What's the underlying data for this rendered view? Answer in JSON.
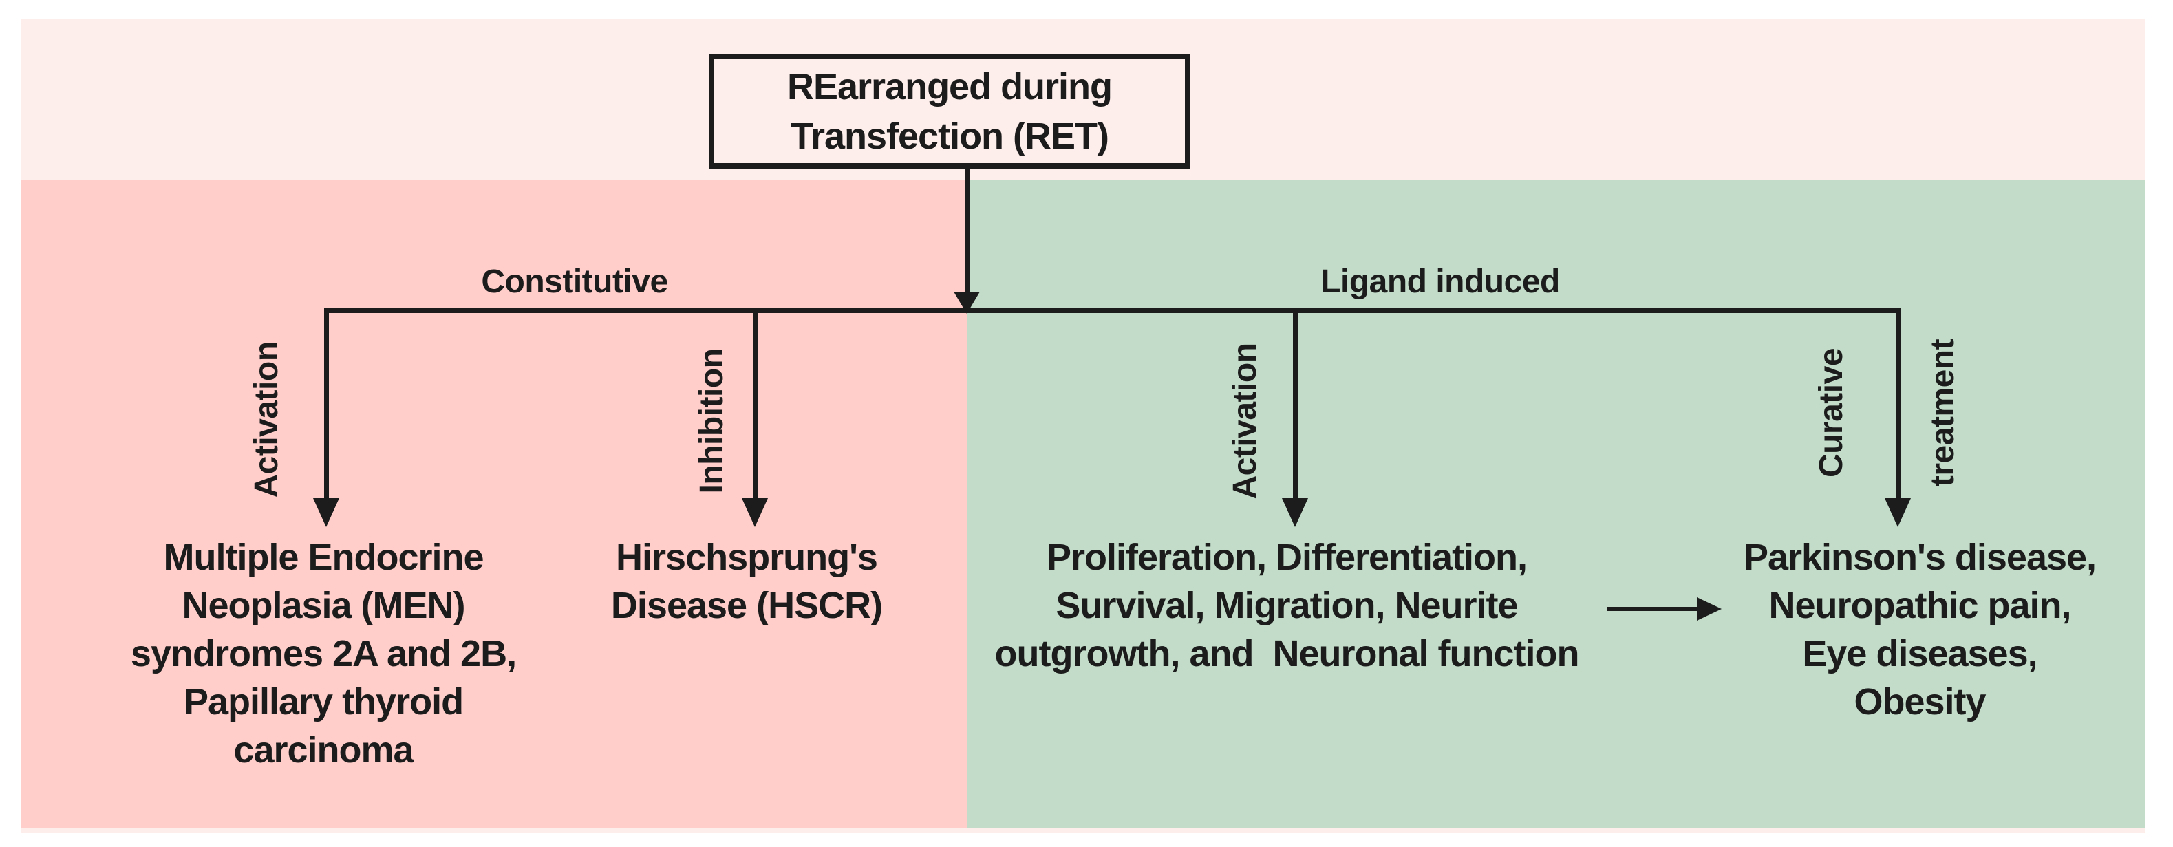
{
  "diagram": {
    "title_box": {
      "lines": [
        "REarranged during",
        "Transfection (RET)"
      ]
    },
    "left_branch": {
      "label": "Constitutive",
      "paths": [
        {
          "arrow_label": "Activation",
          "outcome_lines": [
            "Multiple Endocrine",
            "Neoplasia (MEN)",
            "syndromes 2A and 2B,",
            "Papillary thyroid",
            "carcinoma"
          ]
        },
        {
          "arrow_label": "Inhibition",
          "outcome_lines": [
            "Hirschsprung's",
            "Disease (HSCR)"
          ]
        }
      ]
    },
    "right_branch": {
      "label": "Ligand induced",
      "paths": [
        {
          "arrow_label": "Activation",
          "outcome_lines": [
            "Proliferation, Differentiation,",
            "Survival, Migration, Neurite",
            "outgrowth, and  Neuronal function"
          ]
        },
        {
          "arrow_label_parts": [
            "Curative",
            "treatment"
          ],
          "outcome_lines": [
            "Parkinson's disease,",
            "Neuropathic pain,",
            "Eye diseases,",
            "Obesity"
          ]
        }
      ]
    },
    "colors": {
      "background": "#ffffff",
      "panel": "#fdeeeb",
      "constitutive_bg": "#ffcecb",
      "ligand_bg": "#c2dcc9",
      "ink": "#1c1c1c"
    }
  }
}
